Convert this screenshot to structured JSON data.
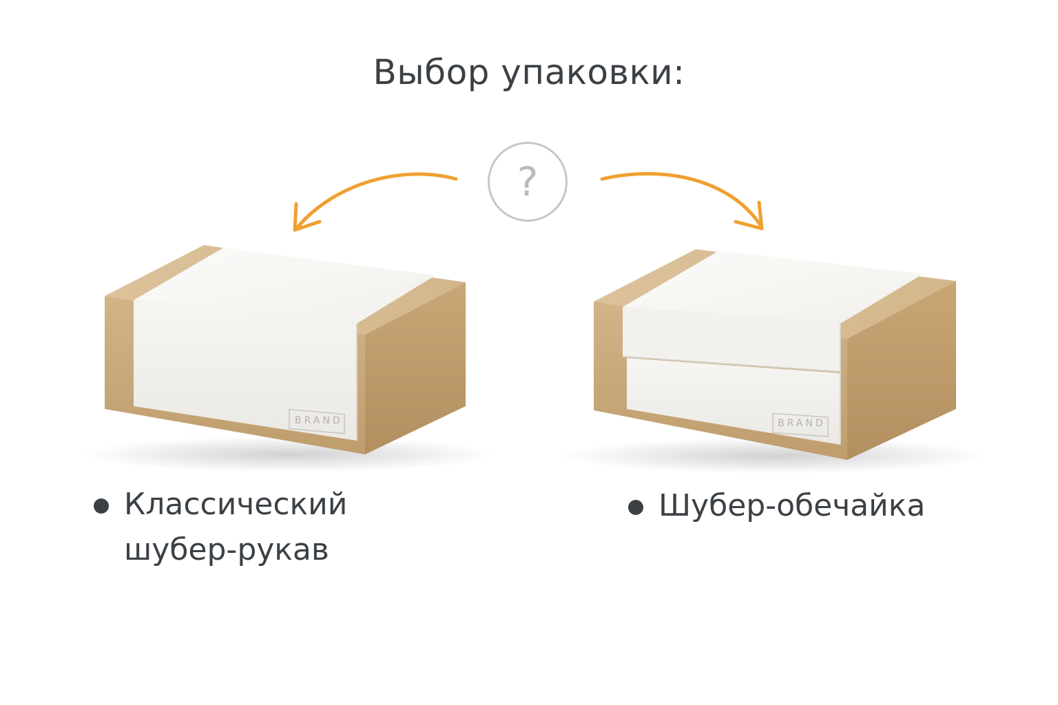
{
  "header": {
    "title": "Выбор упаковки:",
    "question_mark": "?"
  },
  "options": [
    {
      "label_line1": "Классический",
      "label_line2": "шубер-рукав",
      "brand": "BRAND"
    },
    {
      "label": "Шубер-обечайка",
      "brand": "BRAND"
    }
  ],
  "colors": {
    "accent_arrow": "#f0a030",
    "kraft": "#c9a97c",
    "sleeve": "#f3f2ee",
    "text": "#3b4045"
  }
}
